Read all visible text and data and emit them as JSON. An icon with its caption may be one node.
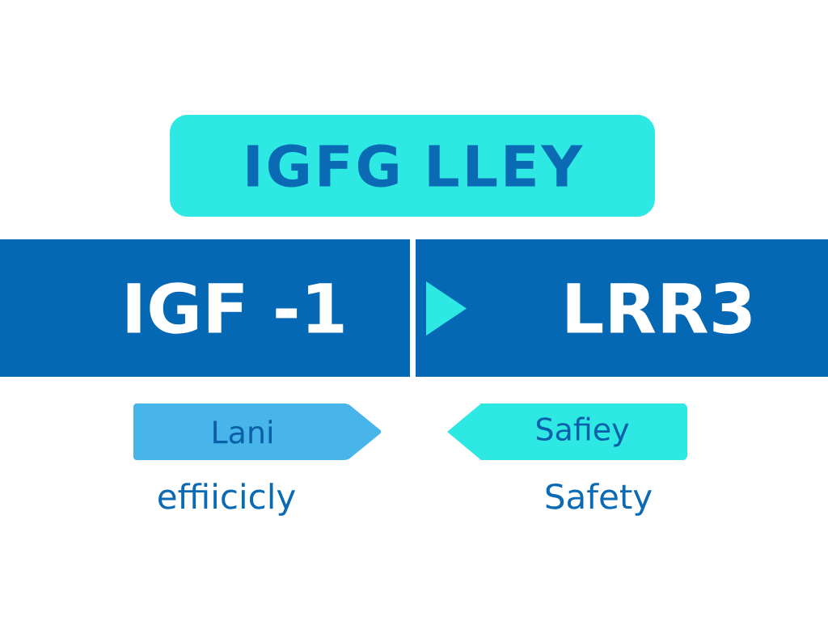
{
  "diagram": {
    "nodes": [
      {
        "text": [
          "IGFG LLEY"
        ]
      },
      {
        "text": [
          "IGF -1"
        ]
      },
      {
        "text": [
          "LRR3"
        ]
      },
      {
        "text": [
          "Lani"
        ],
        "beside": [
          "effiicicly"
        ]
      },
      {
        "text": [
          "Safiey"
        ],
        "beside": [
          "Safety"
        ]
      }
    ]
  }
}
